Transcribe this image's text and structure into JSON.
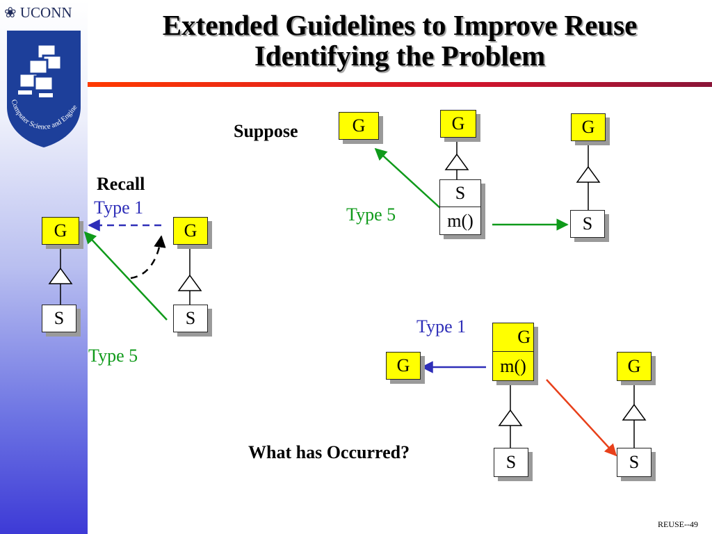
{
  "brand": {
    "logo_text": "UCONN",
    "seal_text": "Computer Science and Engineering"
  },
  "title": {
    "line1": "Extended Guidelines to Improve Reuse",
    "line2": "Identifying the Problem"
  },
  "recall": {
    "heading": "Recall",
    "type1_label": "Type 1",
    "type5_label": "Type 5",
    "left_general": "G",
    "left_special": "S",
    "right_general": "G",
    "right_special": "S"
  },
  "suppose": {
    "heading": "Suppose",
    "type5_label": "Type 5",
    "general_a": "G",
    "general_b": "G",
    "stack_top": "S",
    "stack_bottom": "m()",
    "general_c": "G",
    "special_c": "S"
  },
  "occurred": {
    "question": "What has Occurred?",
    "type1_label": "Type 1",
    "general_left": "G",
    "stack_top": "G",
    "stack_bottom": "m()",
    "special_mid": "S",
    "general_right": "G",
    "special_right": "S"
  },
  "footer": {
    "slide_id": "REUSE--49"
  },
  "colors": {
    "green_arrow": "#0f9a1a",
    "blue_arrow": "#2e2eb8",
    "red_arrow": "#e8401a",
    "class_fill": "#ffff00"
  }
}
